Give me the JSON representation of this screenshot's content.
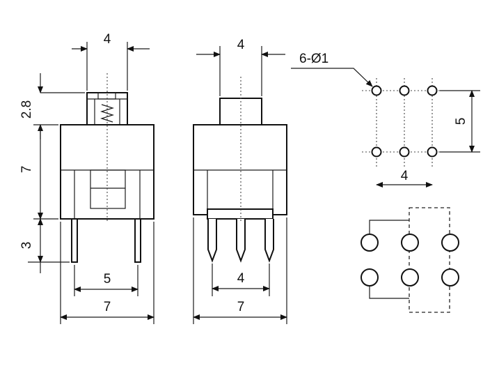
{
  "front_view": {
    "dim_actuator_width": "4",
    "dim_actuator_height": "2.8",
    "dim_body_height": "7",
    "dim_pin_length": "3",
    "dim_pin_spacing": "5",
    "dim_body_width": "7"
  },
  "side_view": {
    "dim_actuator_width": "4",
    "dim_pin_spacing": "4",
    "dim_body_width": "7"
  },
  "pcb_layout": {
    "hole_callout": "6-Ø1",
    "dim_row_spacing": "5",
    "dim_col_spacing": "4"
  },
  "colors": {
    "line": "#111111",
    "background": "#ffffff"
  }
}
